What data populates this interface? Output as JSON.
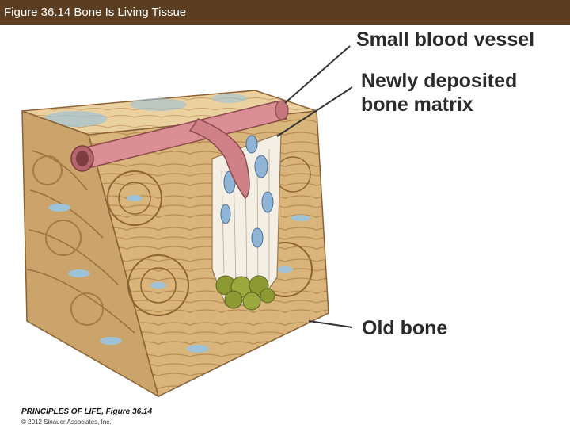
{
  "header": {
    "title": "Figure 36.14  Bone Is Living Tissue"
  },
  "labels": {
    "vessel": "Small blood vessel",
    "matrix_line1": "Newly deposited",
    "matrix_line2": "bone matrix",
    "old_bone": "Old bone"
  },
  "credit": {
    "line1": "PRINCIPLES OF LIFE, Figure 36.14",
    "line2": "© 2012 Sinauer Associates, Inc."
  },
  "colors": {
    "header_bg": "#5b3e22",
    "bone_tan": "#e4c28a",
    "bone_brown": "#b98a55",
    "vessel_pink": "#d98f93",
    "osteoblast_blue": "#8fb4d6",
    "osteoclast_green": "#8d9a34"
  }
}
